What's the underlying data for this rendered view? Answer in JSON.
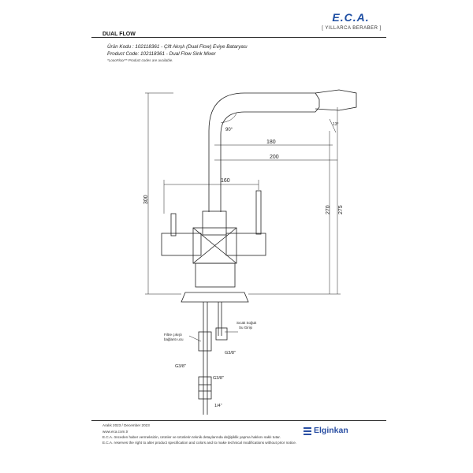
{
  "brand": {
    "logo_text": "E.C.A.",
    "tagline": "[ YILLARCA BERABER ]",
    "dealer": "Elginkan",
    "accent_color": "#1f4fa3"
  },
  "document": {
    "title": "DUAL FLOW",
    "product_code_tr": "Ürün Kodu : 102118361 - Çift Akışlı (Dual Flow) Eviye Bataryası",
    "product_code_en": "Product Code: 102118361 - Dual Flow Sink Mixer",
    "note": "*LoooFloor** Product codes are available."
  },
  "drawing": {
    "dimensions": {
      "d_180": "180",
      "d_200": "200",
      "d_160": "160",
      "d_300": "300",
      "d_270": "270",
      "d_275": "275",
      "angle_90": "90°",
      "angle_small": "13°"
    },
    "labels": {
      "left_callout_1": "Filtre çıkışlı",
      "left_callout_2": "bağlantı ucu",
      "right_callout_1": "Sıcak Soğuk",
      "right_callout_2": "Su Girişi",
      "thread_1": "G3/8\"",
      "thread_2": "G3/8\"",
      "thread_3": "G3/8\"",
      "thread_4": "1/4\""
    }
  },
  "footer": {
    "date": "Aralık 2023 / December 2023",
    "website": "www.eca.com.tr",
    "disclaimer_tr": "E.C.A. önceden haber vermeksizin, ürünler ve ürünlerin teknik detaylarında değişiklik yapma hakkını saklı tutar.",
    "disclaimer_en": "E.C.A. reserves the right to alter product specification and colors and to make technical modifications without prior notice."
  }
}
